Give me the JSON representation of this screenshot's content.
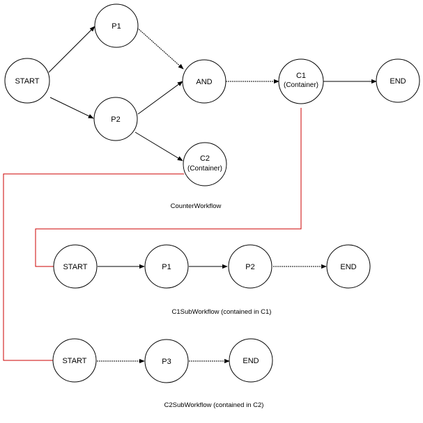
{
  "colors": {
    "node_fill": "#ffffff",
    "node_stroke": "#000000",
    "edge": "#000000",
    "container_link": "#cc0000"
  },
  "main_workflow": {
    "caption": "CounterWorkflow",
    "nodes": {
      "start": "START",
      "p1": "P1",
      "p2": "P2",
      "and": "AND",
      "c1": "C1",
      "c1_sub": "(Container)",
      "end": "END",
      "c2": "C2",
      "c2_sub": "(Container)"
    }
  },
  "c1_subworkflow": {
    "caption": "C1SubWorkflow (contained in C1)",
    "nodes": {
      "start": "START",
      "p1": "P1",
      "p2": "P2",
      "end": "END"
    }
  },
  "c2_subworkflow": {
    "caption": "C2SubWorkflow (contained in C2)",
    "nodes": {
      "start": "START",
      "p3": "P3",
      "end": "END"
    }
  }
}
